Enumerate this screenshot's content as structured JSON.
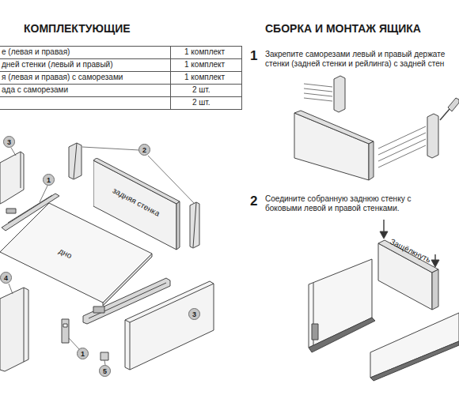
{
  "diagram": {
    "nodes": [
      {
        "text": [
          "задняя стенка"
        ]
      },
      {
        "text": [
          "дно"
        ]
      }
    ],
    "labels": [
      "КОМПЛЕКТУЮЩИЕ",
      "е (левая и правая)",
      "1 комплект",
      "дней стенки (левый и правый)",
      "1 комплект",
      "я (левая и правая) с саморезами",
      "1 комплект",
      "ада с саморезами",
      "2 шт.",
      "2 шт.",
      "3",
      "2",
      "1",
      "4",
      "3",
      "1",
      "5",
      "СБОРКА И МОНТАЖ ЯЩИКА",
      "1",
      "Закрепите саморезами левый и правый держате стенки (задней стенки и рейлинга) с задней стен",
      "2",
      "Соедините собранную заднюю стенку с боковыми левой и правой стенками.",
      "Защёлкнуть"
    ]
  }
}
